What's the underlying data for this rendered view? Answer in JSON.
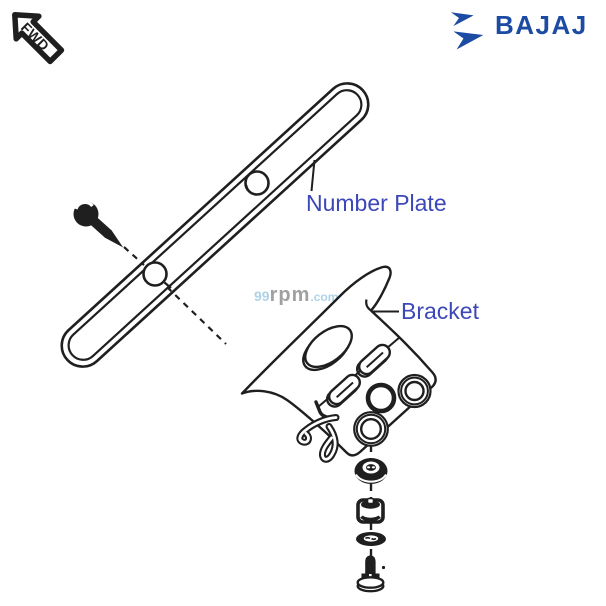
{
  "header": {
    "fwd_badge_text": "FWD",
    "brand_wordmark": "BAJAJ",
    "brand_color": "#1c4ba3"
  },
  "watermark": {
    "num": "99",
    "rpm": "rpm",
    "com": ".com"
  },
  "diagram": {
    "line_color": "#1f1f1f",
    "label_color": "#3c47b8",
    "labels": {
      "number_plate": "Number Plate",
      "bracket": "Bracket"
    },
    "parts_shown": [
      "number-plate",
      "screw",
      "bracket",
      "wire-clip",
      "grommet",
      "spacer",
      "washer",
      "flange-bolt"
    ]
  }
}
